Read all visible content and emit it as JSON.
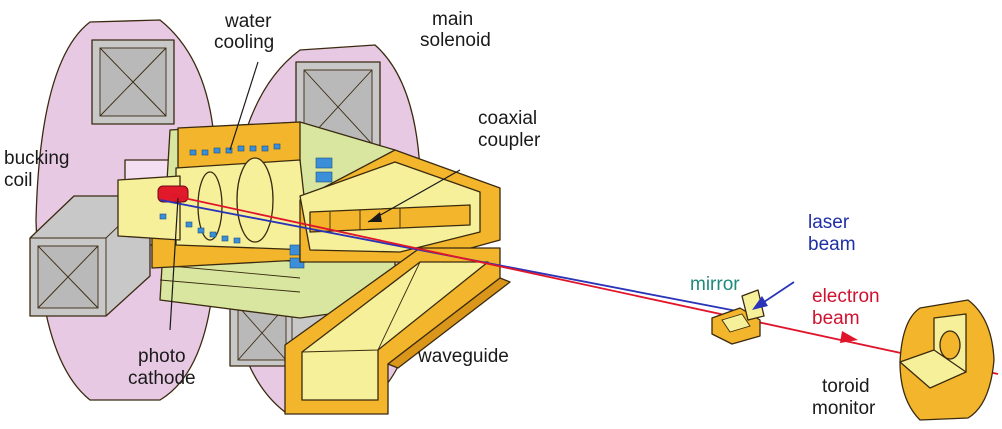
{
  "labels": {
    "water_cooling_1": "water",
    "water_cooling_2": "cooling",
    "main_solenoid_1": "main",
    "main_solenoid_2": "solenoid",
    "coaxial_coupler_1": "coaxial",
    "coaxial_coupler_2": "coupler",
    "bucking_coil_1": "bucking",
    "bucking_coil_2": "coil",
    "photo_cathode_1": "photo",
    "photo_cathode_2": "cathode",
    "waveguide": "waveguide",
    "laser_beam_1": "laser",
    "laser_beam_2": "beam",
    "mirror": "mirror",
    "electron_beam_1": "electron",
    "electron_beam_2": "beam",
    "toroid_monitor_1": "toroid",
    "toroid_monitor_2": "monitor"
  },
  "colors": {
    "coil_purple": "#e8c9e4",
    "coil_purple_dark": "#d2a9cf",
    "coil_winding": "#b9b9b9",
    "copper_gold": "#f2b52b",
    "copper_gold_dark": "#d9961a",
    "cavity_yellow": "#f7f09a",
    "solenoid_green": "#d8e6a0",
    "cooling_blue": "#3b8fd9",
    "cathode_red": "#e01a2a",
    "electron_beam": "#e0142a",
    "laser_beam": "#2a34b8"
  }
}
